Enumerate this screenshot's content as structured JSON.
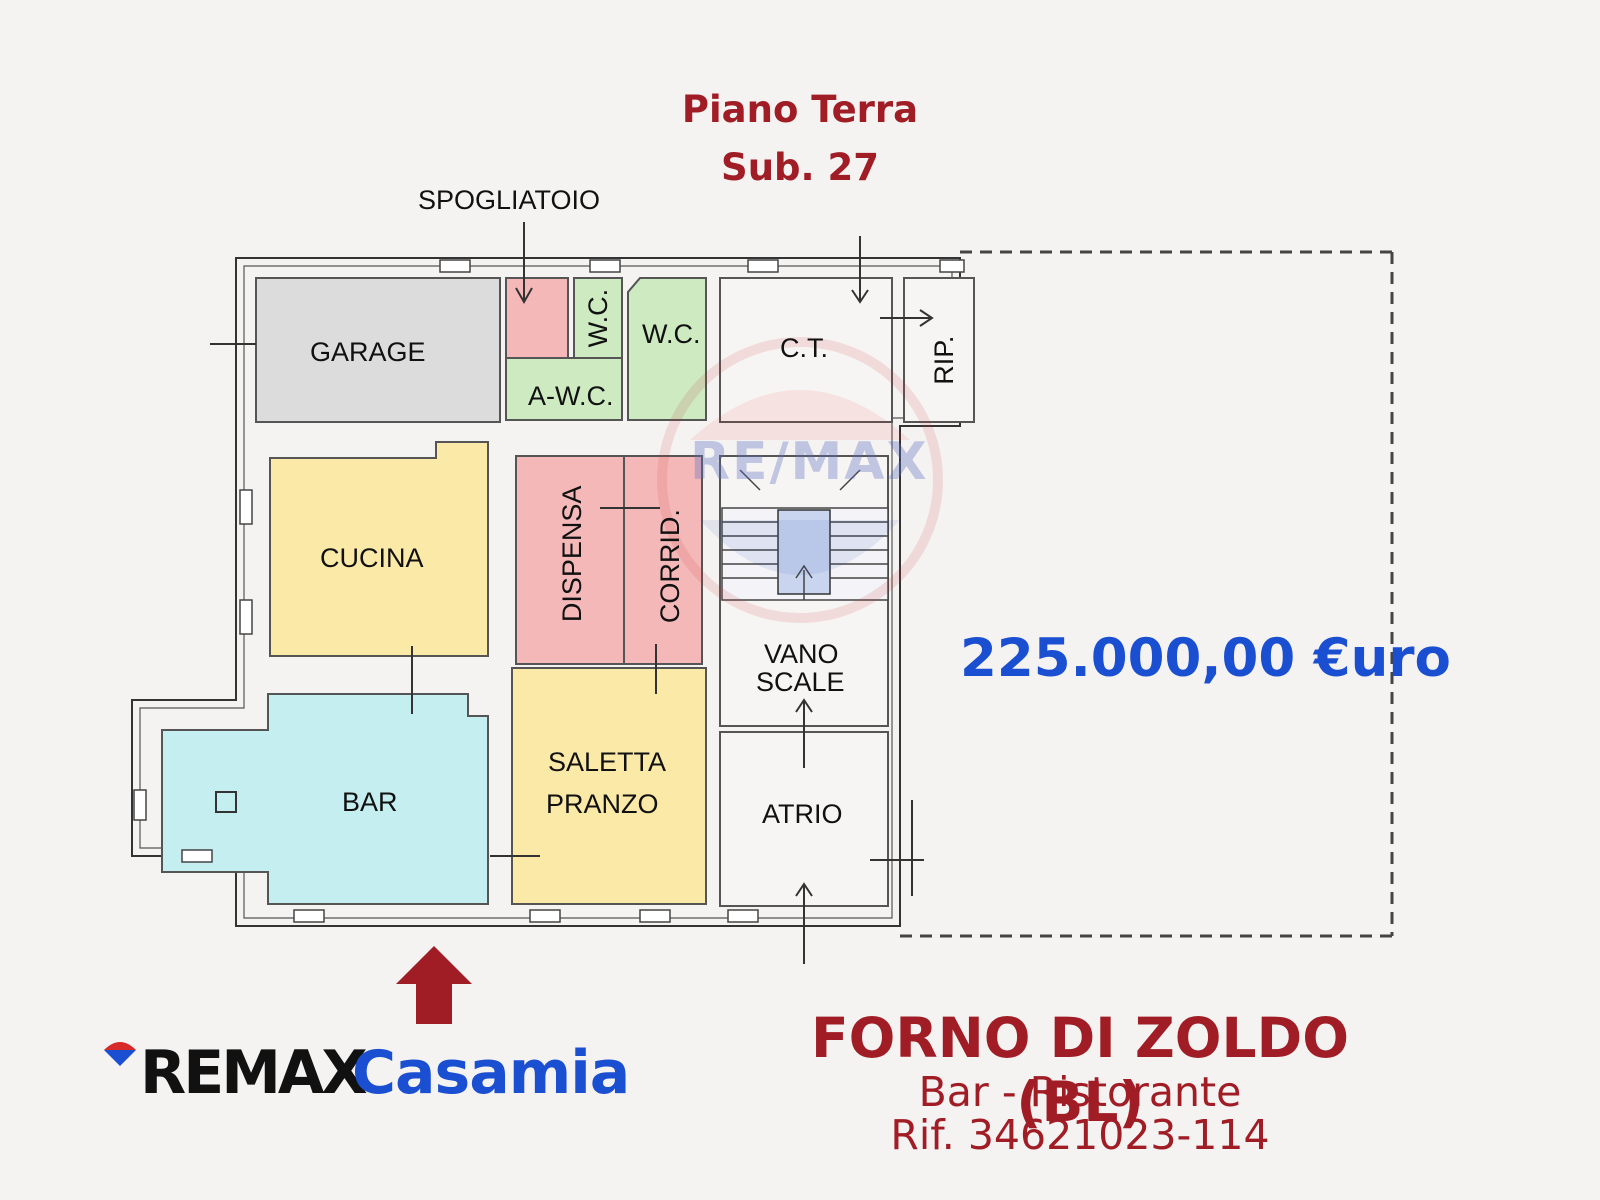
{
  "title": {
    "line1": "Piano Terra",
    "line2": "Sub. 27"
  },
  "rooms": {
    "spogliatoio": "SPOGLIATOIO",
    "garage": "GARAGE",
    "wc_small": "W.C.",
    "wc": "W.C.",
    "awc": "A-W.C.",
    "ct": "C.T.",
    "rip": "RIP.",
    "cucina": "CUCINA",
    "dispensa": "DISPENSA",
    "corrid": "CORRID.",
    "vano_scale_1": "VANO",
    "vano_scale_2": "SCALE",
    "bar": "BAR",
    "saletta_1": "SALETTA",
    "saletta_2": "PRANZO",
    "atrio": "ATRIO"
  },
  "price": "225.000,00 €uro",
  "location": {
    "place": "FORNO DI ZOLDO (BL)",
    "type": "Bar - Ristorante",
    "reference": "Rif. 34621023-114"
  },
  "brand": {
    "part1": "REMAX",
    "part2": "Casamia",
    "watermark": "RE/MAX"
  },
  "colors": {
    "garage": "#dcdcdc",
    "spogliatoio": "#f4b8b8",
    "wc": "#cdeac0",
    "kitchen": "#fbe9a8",
    "pantry": "#f4b8b8",
    "bar": "#c5eef0",
    "stair_core": "#c9d4ee",
    "title_red": "#a01d26",
    "price_blue": "#1a4fd2",
    "entrance_arrow": "#a01d26"
  }
}
